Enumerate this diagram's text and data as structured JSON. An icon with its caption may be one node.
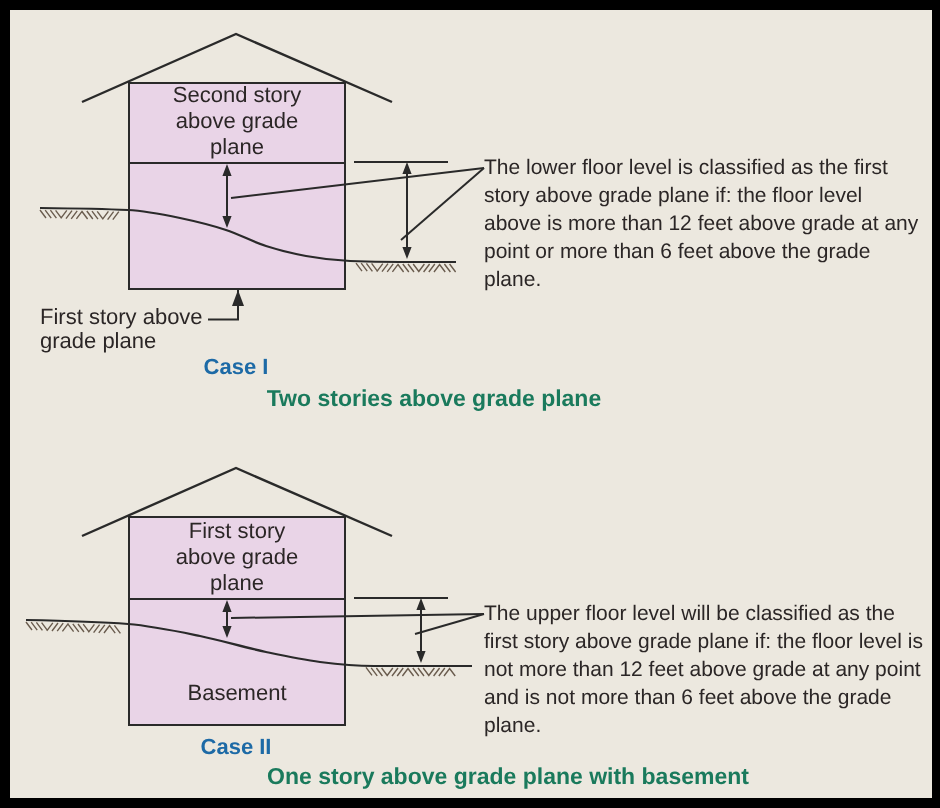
{
  "diagram": {
    "nodes": [
      {
        "text": [
          "Second story above grade plane"
        ]
      },
      {
        "text": [],
        "shape": "box"
      },
      {
        "text": [],
        "shape": "arrow",
        "in": 1
      },
      {
        "text": [],
        "shape": "arrow"
      },
      {
        "text": [
          "First story above grade plane"
        ]
      },
      {
        "text": [
          "The lower floor level is classified as the first story above grade plane if: the floor level above is more than 12 feet above grade at any point or more than 6 feet above the grade plane."
        ]
      },
      {
        "text": [
          "First story above grade plane"
        ]
      },
      {
        "text": [
          "Basement"
        ]
      },
      {
        "text": [],
        "shape": "arrow",
        "in": 7
      },
      {
        "text": [],
        "shape": "arrow"
      },
      {
        "text": [
          "The upper floor level will be classified as the first story above grade plane if: the floor level is not more than 12 feet above grade at any point and is not more than 6 feet above the grade plane."
        ]
      }
    ],
    "edges": [
      {
        "from": 4,
        "to": 1,
        "arrow": "to"
      },
      {
        "from": 5,
        "to": 2,
        "arrow": "none"
      },
      {
        "from": 5,
        "to": 3,
        "arrow": "none"
      },
      {
        "from": 10,
        "to": 8,
        "arrow": "none"
      },
      {
        "from": 10,
        "to": 9,
        "arrow": "none"
      }
    ],
    "labels": [
      "Case I",
      "Two stories above grade plane",
      "Case II",
      "One story above grade plane with basement"
    ]
  }
}
